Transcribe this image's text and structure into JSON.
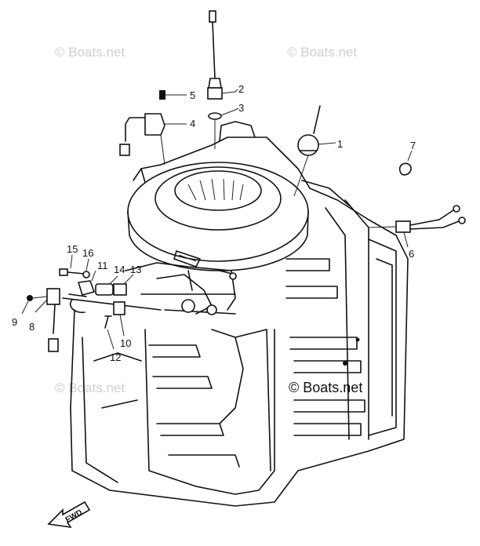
{
  "watermarks": {
    "top_left": "© Boats.net",
    "top_right": "© Boats.net",
    "mid_left": "© Boats.net",
    "mid_right": "© Boats.net"
  },
  "callouts": [
    "1",
    "2",
    "3",
    "4",
    "5",
    "6",
    "7",
    "8",
    "9",
    "10",
    "11",
    "12",
    "13",
    "14",
    "15",
    "16"
  ],
  "fwd_label": "FWD"
}
